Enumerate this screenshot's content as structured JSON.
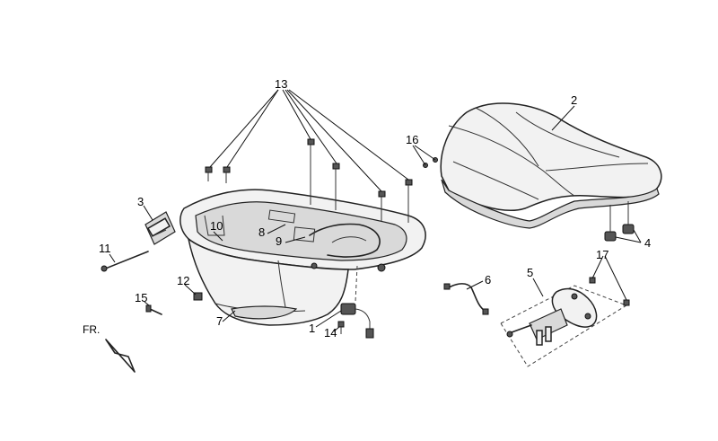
{
  "callouts": {
    "c1": "1",
    "c2": "2",
    "c3": "3",
    "c4": "4",
    "c5": "5",
    "c6": "6",
    "c7": "7",
    "c8": "8",
    "c9": "9",
    "c10": "10",
    "c11": "11",
    "c12": "12",
    "c13": "13",
    "c14": "14",
    "c15": "15",
    "c16": "16",
    "c17": "17"
  },
  "direction_label": "FR."
}
